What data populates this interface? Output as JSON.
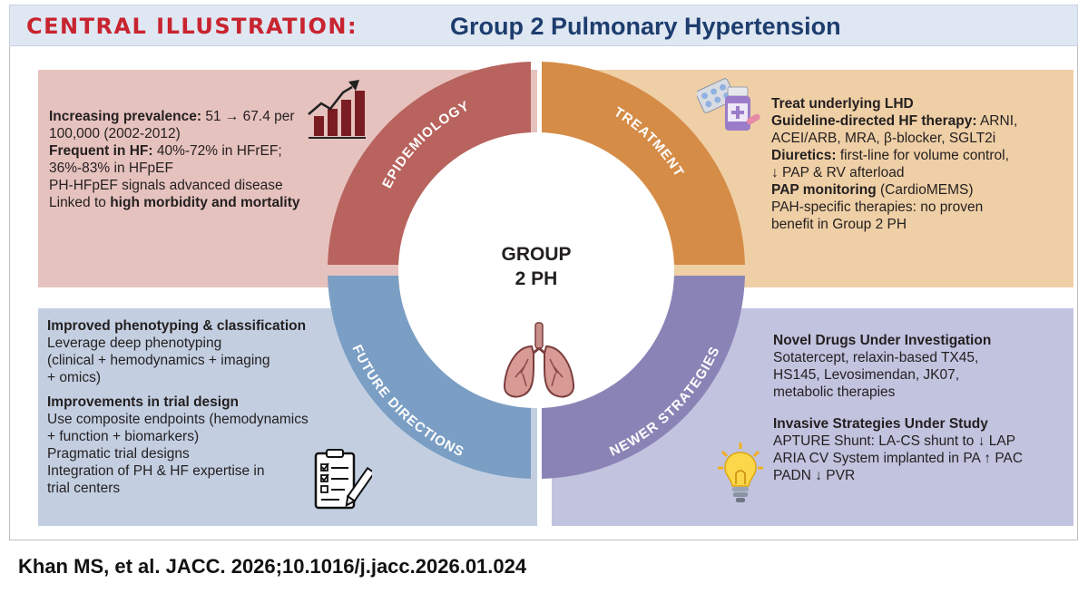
{
  "header": {
    "lead": "CENTRAL ILLUSTRATION:",
    "title": "Group 2 Pulmonary Hypertension"
  },
  "center": {
    "line1": "GROUP",
    "line2": "2 PH"
  },
  "sections": {
    "epidemiology": {
      "label": "EPIDEMIOLOGY",
      "color": "#b8635e",
      "prevalence_bold": "Increasing prevalence:",
      "prevalence_line1": "51 → 67.4 per",
      "prevalence_line2": "100,000 (2002-2012)",
      "hf_bold": "Frequent in HF:",
      "hf_line1": "40%-72% in HFrEF;",
      "hf_line2": "36%-83% in HFpEF",
      "line_advanced": "PH-HFpEF signals advanced disease",
      "linked_prefix": "Linked to ",
      "linked_bold": "high morbidity and mortality"
    },
    "treatment": {
      "label": "TREATMENT",
      "color": "#d58c47",
      "heading1": "Treat underlying LHD",
      "gdmt_bold": "Guideline-directed HF therapy:",
      "gdmt_line1": "ARNI,",
      "gdmt_line2": "ACEI/ARB, MRA, β-blocker, SGLT2i",
      "diuretics_bold": "Diuretics:",
      "diuretics_line1": "first-line for volume control,",
      "diuretics_line2": "↓ PAP & RV afterload",
      "pap_bold": "PAP monitoring",
      "pap_rest": "(CardioMEMS)",
      "pah_line1": "PAH-specific therapies: no proven",
      "pah_line2": "benefit in Group 2 PH"
    },
    "future": {
      "label": "FUTURE DIRECTIONS",
      "color": "#7b9ec4",
      "pheno_heading": "Improved phenotyping & classification",
      "pheno_line1": "Leverage deep phenotyping",
      "pheno_line2": "(clinical + hemodynamics + imaging",
      "pheno_line3": "+ omics)",
      "trial_heading": "Improvements in trial design",
      "trial_line1": "Use composite endpoints (hemodynamics",
      "trial_line2": "+ function + biomarkers)",
      "trial_line3": "Pragmatic trial designs",
      "trial_line4": "Integration of PH & HF expertise in",
      "trial_line5": "trial centers"
    },
    "newer": {
      "label": "NEWER STRATEGIES",
      "color": "#8a84b6",
      "drugs_heading": "Novel Drugs Under Investigation",
      "drugs_line1": "Sotatercept, relaxin-based TX45,",
      "drugs_line2": "HS145, Levosimendan, JK07,",
      "drugs_line3": "metabolic therapies",
      "invasive_heading": "Invasive Strategies Under Study",
      "invasive_line1": "APTURE Shunt: LA-CS shunt to ↓ LAP",
      "invasive_line2": "ARIA CV System implanted in PA ↑ PAC",
      "invasive_line3": "PADN ↓ PVR"
    }
  },
  "icons": {
    "epidemiology": "bar-chart-trend-icon",
    "treatment": "pills-bottle-icon",
    "future": "checklist-pencil-icon",
    "center": "lungs-icon",
    "newer": "lightbulb-icon"
  },
  "colors": {
    "header_lead": "#c8242f",
    "header_title": "#1d3d6e",
    "header_bg": "#dfe7f3",
    "epi_bg": "#e6c2be",
    "treat_bg": "#efcfa6",
    "future_bg": "#c3cfe1",
    "newer_bg": "#c2c3df"
  },
  "citation": "Khan MS, et al. JACC. 2026;10.1016/j.jacc.2026.01.024"
}
